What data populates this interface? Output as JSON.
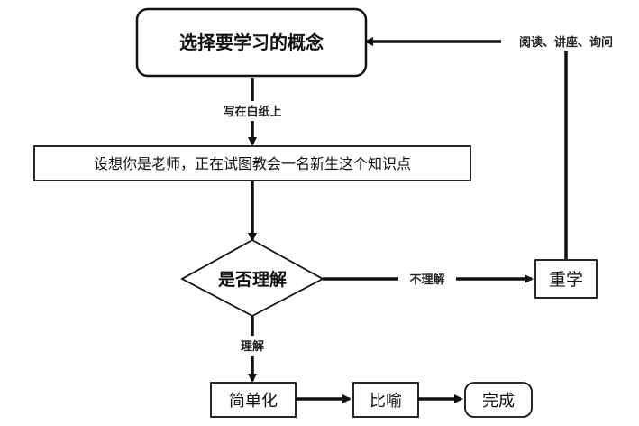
{
  "nodes": {
    "choose_concept": "选择要学习的概念",
    "teach_newbie": "设想你是老师，正在试图教会一名新生这个知识点",
    "understood_decision": "是否理解",
    "relearn": "重学",
    "simplify": "简单化",
    "analogy": "比喻",
    "done": "完成"
  },
  "edges": {
    "write_on_paper": "写在白纸上",
    "not_understood": "不理解",
    "understood": "理解",
    "read_lecture_ask": "阅读、讲座、询问"
  }
}
